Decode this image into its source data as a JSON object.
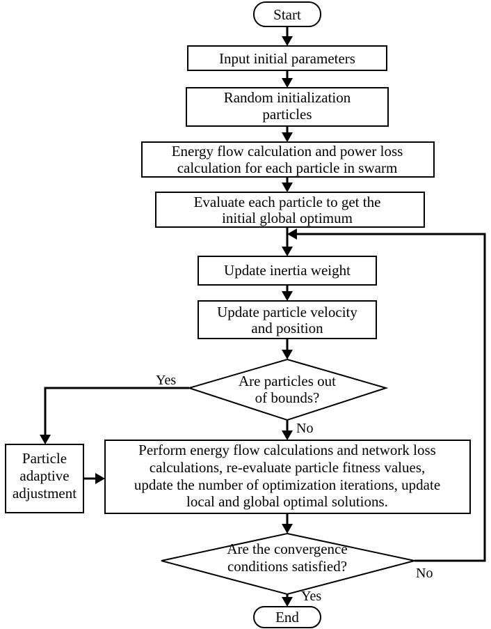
{
  "nodes": {
    "start": "Start",
    "input": "Input initial parameters",
    "init": [
      "Random initialization",
      "particles"
    ],
    "energy": [
      "Energy flow calculation and power loss",
      "calculation for each particle in swarm"
    ],
    "evaluate": [
      "Evaluate each particle to get the",
      "initial global optimum"
    ],
    "inertia": "Update inertia weight",
    "velocity": [
      "Update particle velocity",
      "and position"
    ],
    "bounds": [
      "Are particles out",
      "of bounds?"
    ],
    "adjust": [
      "Particle",
      "adaptive",
      "adjustment"
    ],
    "perform": [
      "Perform energy flow calculations and network loss",
      "calculations, re-evaluate particle fitness values,",
      "update the number of optimization iterations, update",
      "local and global optimal solutions."
    ],
    "converge": [
      "Are the convergence",
      "conditions satisfied?"
    ],
    "end": "End"
  },
  "labels": {
    "bounds_yes": "Yes",
    "bounds_no": "No",
    "converge_no": "No",
    "converge_yes": "Yes"
  }
}
